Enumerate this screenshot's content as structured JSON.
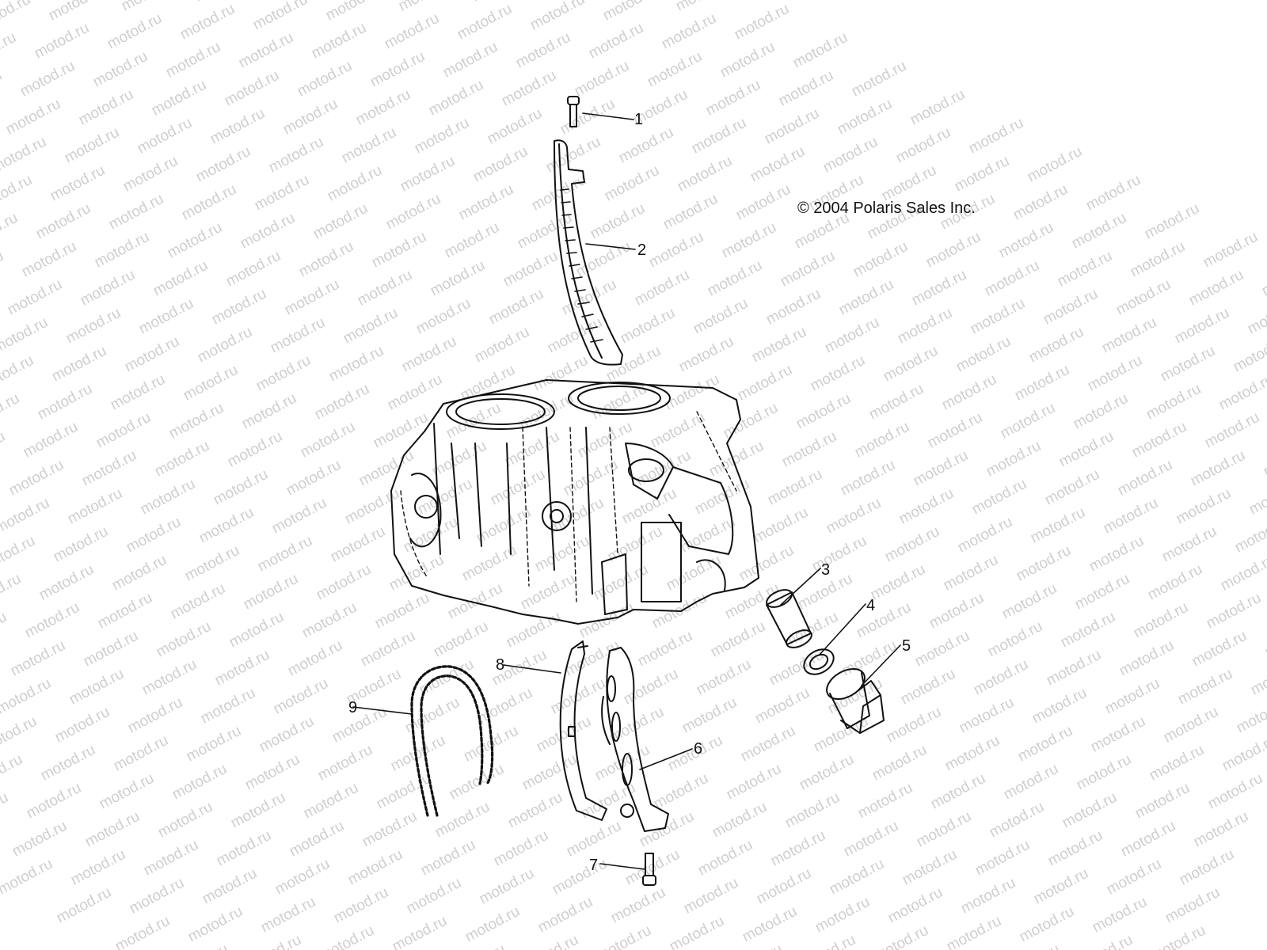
{
  "watermark": "motod.ru",
  "copyright": "© 2004 Polaris Sales Inc.",
  "callouts": [
    "1",
    "2",
    "3",
    "4",
    "5",
    "6",
    "7",
    "8",
    "9"
  ],
  "colors": {
    "line": "#111111",
    "watermark": "#cfcfcf",
    "background": "#ffffff"
  }
}
